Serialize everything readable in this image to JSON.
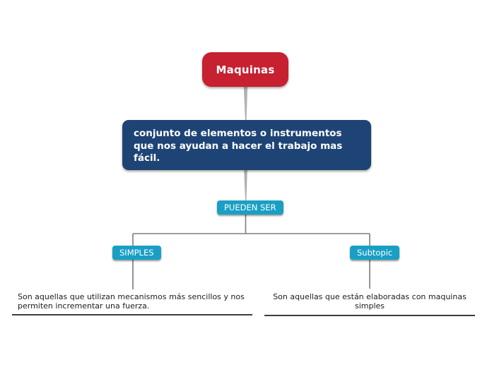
{
  "map": {
    "root": {
      "label": "Maquinas"
    },
    "definition": {
      "text": "conjunto de elementos o instrumentos que nos ayudan a hacer el trabajo mas fácil."
    },
    "relation": {
      "label": "PUEDEN SER"
    },
    "branches": [
      {
        "label": "SIMPLES",
        "note": "Son aquellas que utilizan mecanismos más sencillos y nos permiten incrementar una fuerza."
      },
      {
        "label": "Subtopic",
        "note": "Son aquellas que están elaboradas con maquinas simples"
      }
    ],
    "colors": {
      "root_bg": "#C62031",
      "definition_bg": "#1E4476",
      "topic_bg": "#1A9FC4",
      "node_text": "#FFFFFF",
      "connector": "#7D7D7D",
      "connector_taper": "#B2B2B2",
      "leaf_underline": "#3D3D3D",
      "canvas_bg": "#FFFFFF"
    }
  }
}
